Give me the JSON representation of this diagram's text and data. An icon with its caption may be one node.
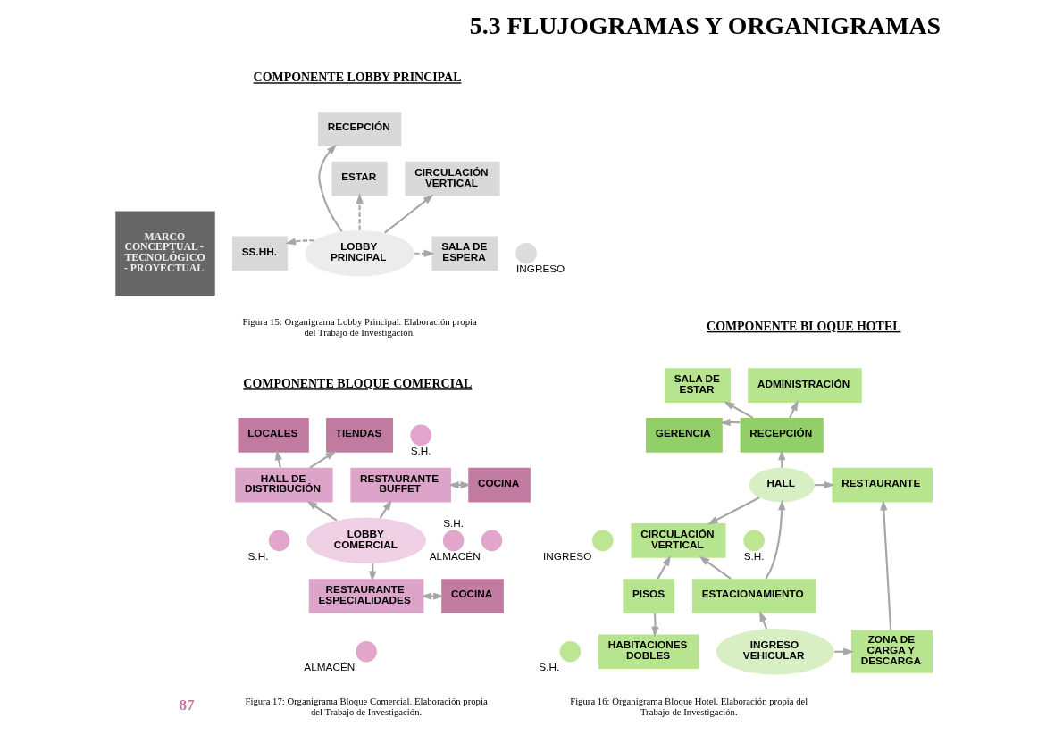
{
  "diagram": {
    "title": "5.3 FLUJOGRAMAS Y ORGANIGRAMAS",
    "nodes": [
      {
        "text": [
          "RECEPCIÓN"
        ]
      },
      {
        "text": [
          "ESTAR"
        ]
      },
      {
        "text": [
          "CIRCULACIÓN VERTICAL"
        ]
      },
      {
        "text": [
          "SS.HH."
        ]
      },
      {
        "text": [
          "LOBBY PRINCIPAL"
        ]
      },
      {
        "text": [
          "SALA DE ESPERA"
        ]
      },
      {
        "text": [],
        "shape": "circle",
        "beside": [
          "INGRESO"
        ]
      },
      {
        "text": [
          "LOCALES"
        ]
      },
      {
        "text": [
          "TIENDAS"
        ]
      },
      {
        "text": [
          "HALL DE DISTRIBUCIÓN"
        ]
      },
      {
        "text": [],
        "shape": "circle",
        "beside": [
          "S.H."
        ]
      },
      {
        "text": [
          "RESTAURANTE BUFFET"
        ]
      },
      {
        "text": [
          "COCINA"
        ]
      },
      {
        "text": [],
        "shape": "circle",
        "beside": [
          "ALMACÉN"
        ]
      },
      {
        "text": [
          "LOBBY COMERCIAL"
        ]
      },
      {
        "text": [],
        "shape": "circle",
        "beside": [
          "S.H."
        ]
      },
      {
        "text": [],
        "shape": "circle",
        "beside": [
          "S.H."
        ]
      },
      {
        "text": [
          "RESTAURANTE ESPECIALIDADES"
        ]
      },
      {
        "text": [
          "COCINA"
        ]
      },
      {
        "text": [],
        "shape": "circle",
        "beside": [
          "ALMACÉN"
        ]
      },
      {
        "text": [
          "ADMINISTRACIÓN"
        ]
      },
      {
        "text": [
          "SALA DE ESTAR"
        ]
      },
      {
        "text": [
          "RECEPCIÓN"
        ]
      },
      {
        "text": [
          "GERENCIA"
        ]
      },
      {
        "text": [
          "HALL"
        ]
      },
      {
        "text": [
          "RESTAURANTE"
        ]
      },
      {
        "text": [],
        "shape": "circle",
        "beside": [
          "INGRESO"
        ]
      },
      {
        "text": [
          "CIRCULACIÓN VERTICAL"
        ]
      },
      {
        "text": [],
        "shape": "circle",
        "beside": [
          "S.H."
        ]
      },
      {
        "text": [
          "PISOS"
        ]
      },
      {
        "text": [
          "ESTACIONAMIENTO"
        ]
      },
      {
        "text": [],
        "shape": "circle",
        "beside": [
          "S.H."
        ]
      },
      {
        "text": [
          "INGRESO VEHICULAR"
        ]
      },
      {
        "text": [
          "ZONA DE CARGA Y DESCARGA"
        ]
      },
      {
        "text": [
          "HABITACIONES DOBLES"
        ]
      }
    ],
    "edges": [
      {
        "from": 4,
        "to": 0,
        "arrow": "to"
      },
      {
        "from": 4,
        "to": 1,
        "arrow": "to",
        "style": "dashed"
      },
      {
        "from": 4,
        "to": 2,
        "arrow": "to"
      },
      {
        "from": 4,
        "to": 3,
        "arrow": "to",
        "style": "dashed"
      },
      {
        "from": 4,
        "to": 5,
        "arrow": "to",
        "style": "dashed"
      },
      {
        "from": 9,
        "to": 7,
        "arrow": "to"
      },
      {
        "from": 9,
        "to": 8,
        "arrow": "to"
      },
      {
        "from": 14,
        "to": 9,
        "arrow": "to"
      },
      {
        "from": 14,
        "to": 11,
        "arrow": "to"
      },
      {
        "from": 14,
        "to": 17,
        "arrow": "to"
      },
      {
        "from": 11,
        "to": 12,
        "arrow": "both"
      },
      {
        "from": 17,
        "to": 18,
        "arrow": "both"
      },
      {
        "from": 22,
        "to": 20,
        "arrow": "to"
      },
      {
        "from": 22,
        "to": 21,
        "arrow": "to"
      },
      {
        "from": 22,
        "to": 23,
        "arrow": "to"
      },
      {
        "from": 24,
        "to": 22,
        "arrow": "to"
      },
      {
        "from": 24,
        "to": 25,
        "arrow": "to"
      },
      {
        "from": 24,
        "to": 27,
        "arrow": "to"
      },
      {
        "from": 29,
        "to": 27,
        "arrow": "to"
      },
      {
        "from": 30,
        "to": 27,
        "arrow": "to"
      },
      {
        "from": 30,
        "to": 24,
        "arrow": "to"
      },
      {
        "from": 32,
        "to": 30,
        "arrow": "to"
      },
      {
        "from": 32,
        "to": 33,
        "arrow": "to"
      },
      {
        "from": 33,
        "to": 25,
        "arrow": "to"
      },
      {
        "from": 29,
        "to": 34,
        "arrow": "to"
      }
    ],
    "labels": [
      "MARCO CONCEPTUAL - TECNOLÓGICO - PROYECTUAL",
      "COMPONENTE LOBBY PRINCIPAL",
      "Figura 15: Organigrama Lobby Principal. Elaboración propia del Trabajo de Investigación.",
      "COMPONENTE BLOQUE COMERCIAL",
      "Figura 17: Organigrama Bloque Comercial. Elaboración propia del Trabajo de Investigación.",
      "COMPONENTE BLOQUE HOTEL",
      "Figura 16: Organigrama Bloque Hotel. Elaboración propia del Trabajo de Investigación.",
      "87"
    ]
  }
}
